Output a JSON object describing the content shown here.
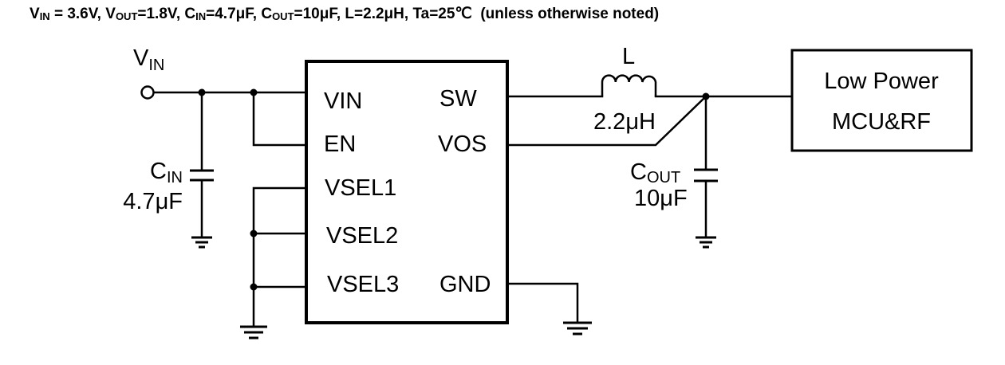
{
  "header": {
    "vin_symbol": "V",
    "vin_sub": "IN",
    "vin_value": " = 3.6V, ",
    "vout_symbol": "V",
    "vout_sub": "OUT",
    "vout_value": "=1.8V, ",
    "cin_symbol": "C",
    "cin_sub": "IN",
    "cin_value": "=4.7μF, ",
    "cout_symbol": "C",
    "cout_sub": "OUT",
    "cout_value": "=10μF, L=2.2μH, Ta=25℃  (unless otherwise noted)"
  },
  "input": {
    "label_main": "V",
    "label_sub": "IN"
  },
  "cin": {
    "label_main": "C",
    "label_sub": "IN",
    "value": "4.7μF"
  },
  "ic": {
    "pins_left": [
      "VIN",
      "EN",
      "VSEL1",
      "VSEL2",
      "VSEL3"
    ],
    "pins_right": [
      "SW",
      "VOS",
      "GND"
    ]
  },
  "inductor": {
    "label": "L",
    "value": "2.2μH"
  },
  "cout": {
    "label_main": "C",
    "label_sub": "OUT",
    "value": "10μF"
  },
  "load": {
    "line1": "Low Power",
    "line2": "MCU&RF"
  }
}
